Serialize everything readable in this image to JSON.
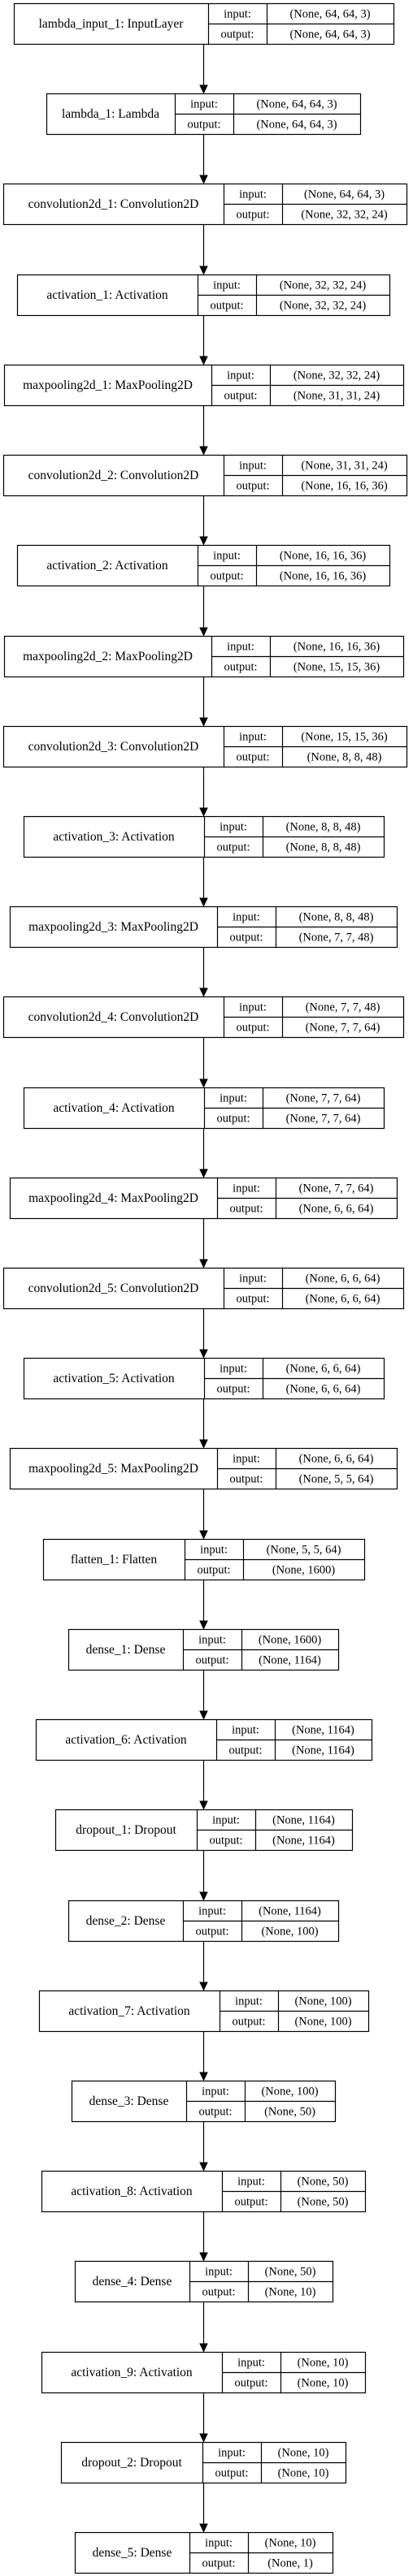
{
  "io_labels": {
    "input": "input:",
    "output": "output:"
  },
  "nodes": [
    {
      "name": "lambda_input_1: InputLayer",
      "input": "(None, 64, 64, 3)",
      "output": "(None, 64, 64, 3)"
    },
    {
      "name": "lambda_1: Lambda",
      "input": "(None, 64, 64, 3)",
      "output": "(None, 64, 64, 3)"
    },
    {
      "name": "convolution2d_1: Convolution2D",
      "input": "(None, 64, 64, 3)",
      "output": "(None, 32, 32, 24)"
    },
    {
      "name": "activation_1: Activation",
      "input": "(None, 32, 32, 24)",
      "output": "(None, 32, 32, 24)"
    },
    {
      "name": "maxpooling2d_1: MaxPooling2D",
      "input": "(None, 32, 32, 24)",
      "output": "(None, 31, 31, 24)"
    },
    {
      "name": "convolution2d_2: Convolution2D",
      "input": "(None, 31, 31, 24)",
      "output": "(None, 16, 16, 36)"
    },
    {
      "name": "activation_2: Activation",
      "input": "(None, 16, 16, 36)",
      "output": "(None, 16, 16, 36)"
    },
    {
      "name": "maxpooling2d_2: MaxPooling2D",
      "input": "(None, 16, 16, 36)",
      "output": "(None, 15, 15, 36)"
    },
    {
      "name": "convolution2d_3: Convolution2D",
      "input": "(None, 15, 15, 36)",
      "output": "(None, 8, 8, 48)"
    },
    {
      "name": "activation_3: Activation",
      "input": "(None, 8, 8, 48)",
      "output": "(None, 8, 8, 48)"
    },
    {
      "name": "maxpooling2d_3: MaxPooling2D",
      "input": "(None, 8, 8, 48)",
      "output": "(None, 7, 7, 48)"
    },
    {
      "name": "convolution2d_4: Convolution2D",
      "input": "(None, 7, 7, 48)",
      "output": "(None, 7, 7, 64)"
    },
    {
      "name": "activation_4: Activation",
      "input": "(None, 7, 7, 64)",
      "output": "(None, 7, 7, 64)"
    },
    {
      "name": "maxpooling2d_4: MaxPooling2D",
      "input": "(None, 7, 7, 64)",
      "output": "(None, 6, 6, 64)"
    },
    {
      "name": "convolution2d_5: Convolution2D",
      "input": "(None, 6, 6, 64)",
      "output": "(None, 6, 6, 64)"
    },
    {
      "name": "activation_5: Activation",
      "input": "(None, 6, 6, 64)",
      "output": "(None, 6, 6, 64)"
    },
    {
      "name": "maxpooling2d_5: MaxPooling2D",
      "input": "(None, 6, 6, 64)",
      "output": "(None, 5, 5, 64)"
    },
    {
      "name": "flatten_1: Flatten",
      "input": "(None, 5, 5, 64)",
      "output": "(None, 1600)"
    },
    {
      "name": "dense_1: Dense",
      "input": "(None, 1600)",
      "output": "(None, 1164)"
    },
    {
      "name": "activation_6: Activation",
      "input": "(None, 1164)",
      "output": "(None, 1164)"
    },
    {
      "name": "dropout_1: Dropout",
      "input": "(None, 1164)",
      "output": "(None, 1164)"
    },
    {
      "name": "dense_2: Dense",
      "input": "(None, 1164)",
      "output": "(None, 100)"
    },
    {
      "name": "activation_7: Activation",
      "input": "(None, 100)",
      "output": "(None, 100)"
    },
    {
      "name": "dense_3: Dense",
      "input": "(None, 100)",
      "output": "(None, 50)"
    },
    {
      "name": "activation_8: Activation",
      "input": "(None, 50)",
      "output": "(None, 50)"
    },
    {
      "name": "dense_4: Dense",
      "input": "(None, 50)",
      "output": "(None, 10)"
    },
    {
      "name": "activation_9: Activation",
      "input": "(None, 10)",
      "output": "(None, 10)"
    },
    {
      "name": "dropout_2: Dropout",
      "input": "(None, 10)",
      "output": "(None, 10)"
    },
    {
      "name": "dense_5: Dense",
      "input": "(None, 10)",
      "output": "(None, 1)"
    }
  ]
}
